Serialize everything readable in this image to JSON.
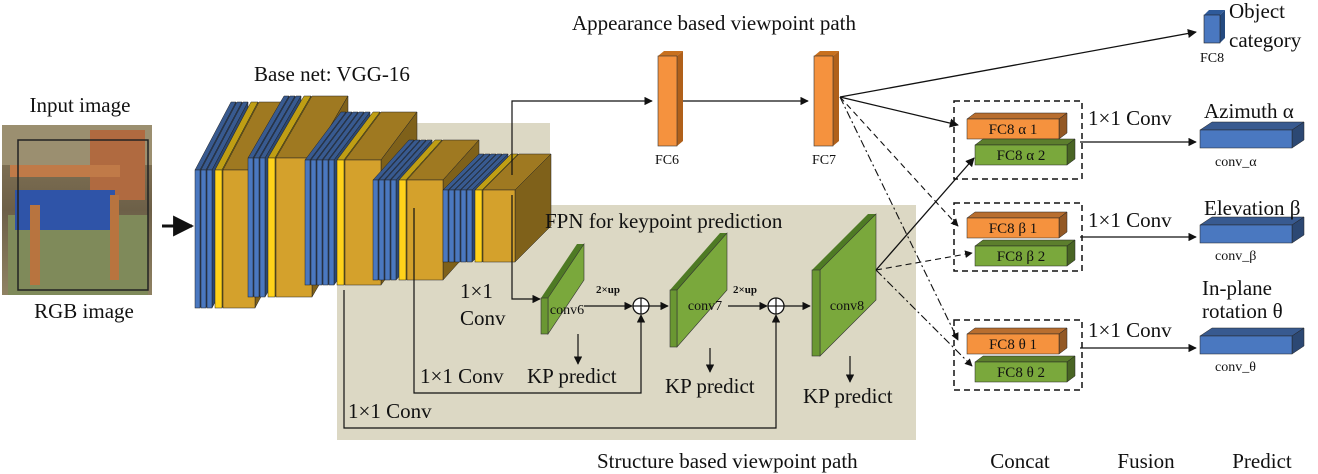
{
  "labels": {
    "input_image": "Input image",
    "rgb_image": "RGB image",
    "base_net": "Base net: VGG-16",
    "appearance_path": "Appearance based viewpoint path",
    "structure_path": "Structure based viewpoint path",
    "fpn": "FPN for keypoint prediction",
    "fc6": "FC6",
    "fc7": "FC7",
    "fc8": "FC8",
    "object_category_1": "Object",
    "object_category_2": "category",
    "conv_1x1_a": "1×1",
    "conv_1x1_b": "Conv",
    "conv_1x1_row1": "1×1 Conv",
    "conv_1x1_row2": "1×1 Conv",
    "conv6": "conv6",
    "conv7": "conv7",
    "conv8": "conv8",
    "up_1": "2×up",
    "up_2": "2×up",
    "kp_predict_1": "KP predict",
    "kp_predict_2": "KP predict",
    "kp_predict_3": "KP predict",
    "fc8_a1": "FC8 α 1",
    "fc8_a2": "FC8 α 2",
    "fc8_b1": "FC8 β 1",
    "fc8_b2": "FC8 β 2",
    "fc8_t1": "FC8 θ 1",
    "fc8_t2": "FC8 θ 2",
    "fusion_conv_a": "1×1 Conv",
    "fusion_conv_b": "1×1 Conv",
    "fusion_conv_t": "1×1 Conv",
    "azimuth": "Azimuth α",
    "elevation": "Elevation β",
    "inplane_1": "In-plane",
    "inplane_2": "rotation θ",
    "conv_alpha": "conv_α",
    "conv_beta": "conv_β",
    "conv_theta": "conv_θ",
    "concat": "Concat",
    "fusion": "Fusion",
    "predict": "Predict"
  },
  "colors": {
    "blue": "#4a78c0",
    "gold": "#d4a12c",
    "yellow": "#ffd21a",
    "orange": "#f5923e",
    "green": "#7aa83c",
    "fpn_bg": "#dcd8c4",
    "line": "#111111"
  }
}
